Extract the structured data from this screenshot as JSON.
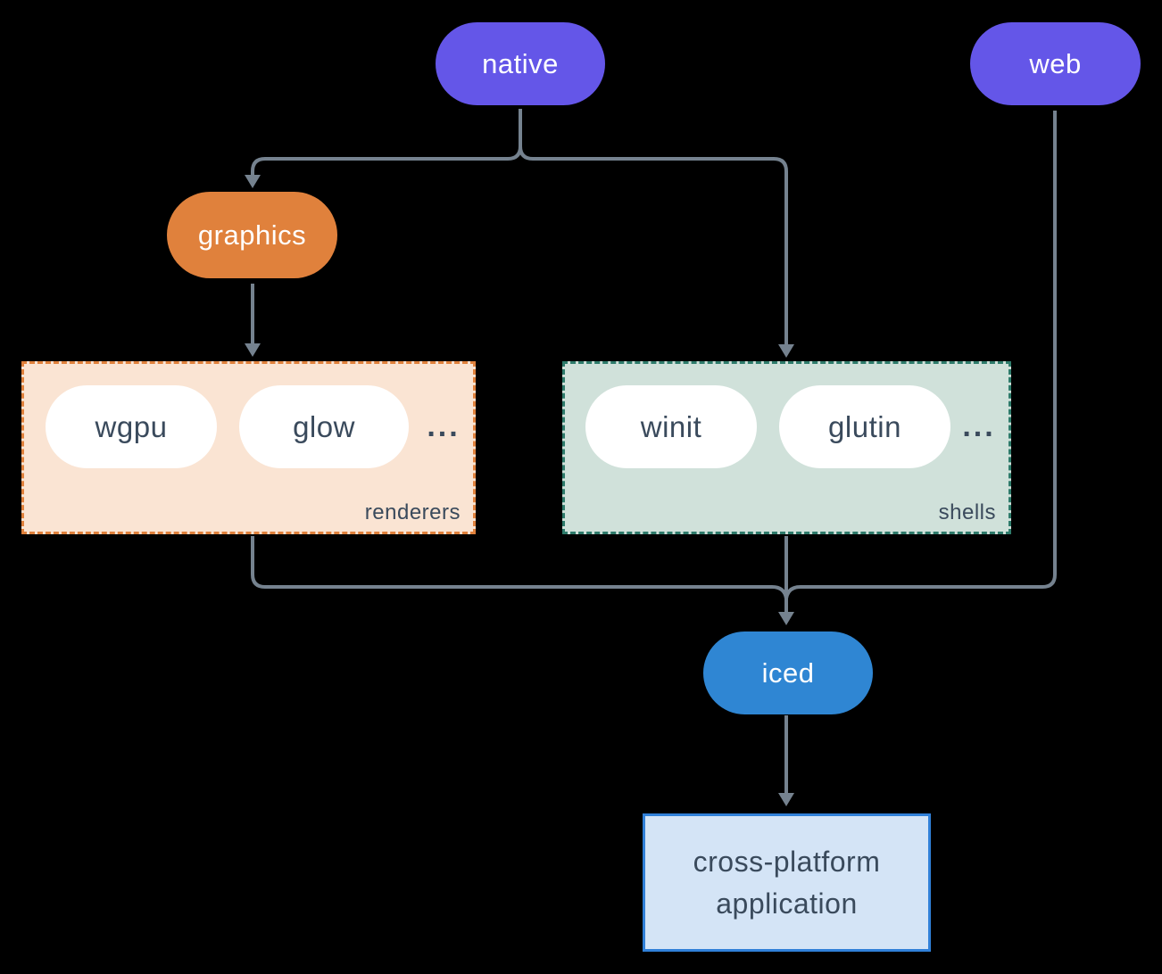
{
  "diagram": {
    "nodes": {
      "native": {
        "label": "native"
      },
      "web": {
        "label": "web"
      },
      "graphics": {
        "label": "graphics"
      },
      "iced": {
        "label": "iced"
      },
      "app": {
        "label_line1": "cross-platform",
        "label_line2": "application"
      }
    },
    "groups": {
      "renderers": {
        "label": "renderers",
        "items": [
          "wgpu",
          "glow"
        ],
        "ellipsis": "..."
      },
      "shells": {
        "label": "shells",
        "items": [
          "winit",
          "glutin"
        ],
        "ellipsis": "..."
      }
    },
    "colors": {
      "background": "#000000",
      "purple": "#6456e8",
      "orange": "#e0813c",
      "blue": "#2f86d3",
      "peach-fill": "#fae4d3",
      "sage-fill": "#d0e1da",
      "teal-dash": "#2e7b6b",
      "app-fill": "#d4e4f6",
      "app-border": "#3080d8",
      "line": "#75828f",
      "text-dark": "#3a4a5c"
    }
  }
}
